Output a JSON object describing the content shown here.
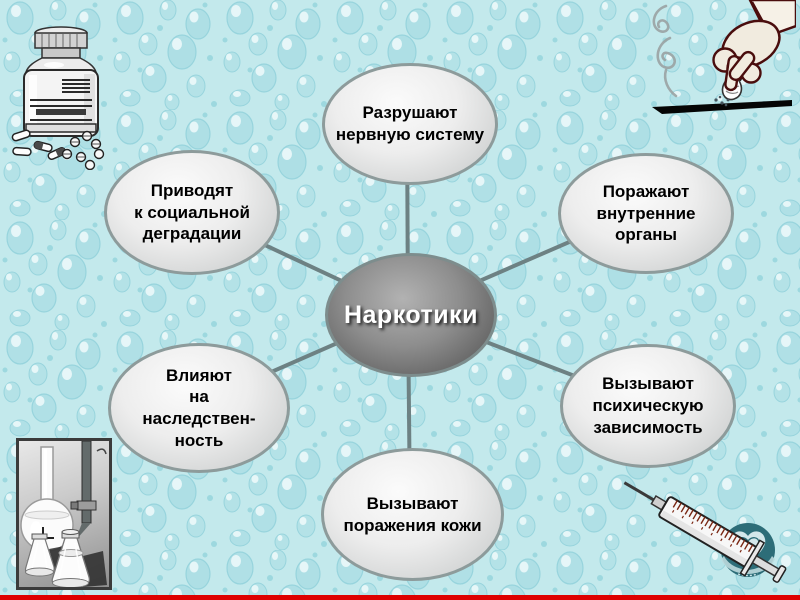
{
  "slide_kind": "presentation-slide-diagram",
  "colors": {
    "background_base": "#c3e9ec",
    "bubble_highlight": "#f0fbfc",
    "bubble_shade": "#8fd0d9",
    "bottom_stripe_red": "#de0000",
    "connector_gray": "#6d8183",
    "satellite_border": "#8d9b9b",
    "center_fill_dark": "#515151",
    "emblem_teal": "#2d6d78"
  },
  "diagram": {
    "center": {
      "text": "Наркотики"
    },
    "nodes": [
      {
        "id": "top",
        "text": "Разрушают\nнервную систему"
      },
      {
        "id": "top-right",
        "text": "Поражают\nвнутренние\nорганы"
      },
      {
        "id": "bottom-right",
        "text": "Вызывают\nпсихическую\nзависимость"
      },
      {
        "id": "bottom",
        "text": "Вызывают\nпоражения кожи"
      },
      {
        "id": "bottom-left",
        "text": "Влияют\nна\nнаследствен-\nность"
      },
      {
        "id": "top-left",
        "text": "Приводят\nк социальной\nдеградации"
      }
    ]
  },
  "decorations": [
    {
      "name": "pill-bottle-illustration",
      "depicts": "medicine bottle with scattered pills and capsules"
    },
    {
      "name": "hand-cigarette-illustration",
      "depicts": "hand stubbing out a smoking cigarette butt"
    },
    {
      "name": "lab-flasks-illustration",
      "depicts": "framed picture of laboratory flasks and burette"
    },
    {
      "name": "syringe-illustration",
      "depicts": "syringe over round teal emblem"
    }
  ]
}
